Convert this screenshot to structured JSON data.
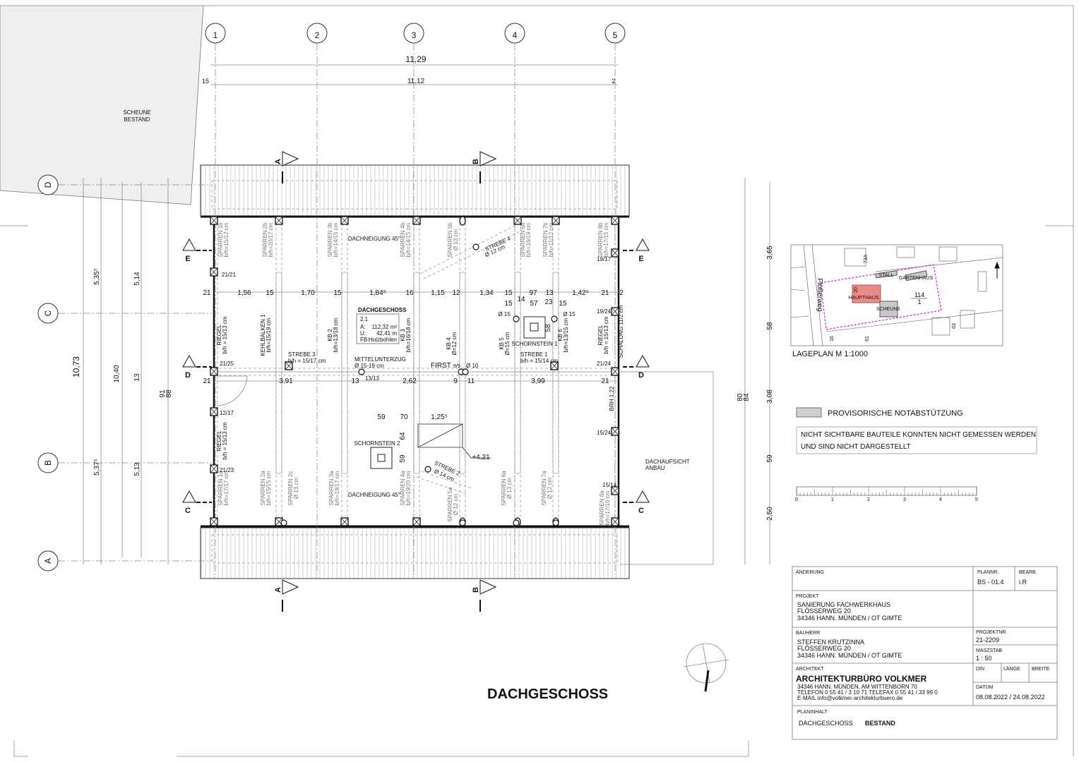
{
  "drawing": {
    "title": "DACHGESCHOSS",
    "existing_building_label": [
      "SCHEUNE",
      "BESTAND"
    ],
    "annex_label": [
      "DACHAUFSICHT",
      "ANBAU"
    ],
    "grid_columns": [
      "1",
      "2",
      "3",
      "4",
      "5"
    ],
    "grid_rows": [
      "D",
      "C",
      "B",
      "A"
    ],
    "section_marks": {
      "vertical": [
        "A",
        "B"
      ],
      "horizontal": [
        "E",
        "D",
        "C"
      ]
    },
    "dims_top": {
      "overall": "11,29",
      "left": "15",
      "inner": "11,12",
      "right": "2"
    },
    "dims_left": [
      "10,73",
      "5,35⁵",
      "5,37⁵",
      "10,40",
      "5,14",
      "13",
      "5,13",
      "91",
      "88"
    ],
    "dims_right": [
      "80",
      "84",
      "3,65",
      "58",
      "3,08",
      "59",
      "2,50"
    ],
    "dims_row_upper": [
      "21",
      "1,56",
      "15",
      "1,70",
      "15",
      "1,84⁵",
      "16",
      "1,15",
      "12",
      "1,34",
      "15",
      "97",
      "13",
      "1,42⁵",
      "21",
      "2"
    ],
    "dims_row_lower": [
      "21",
      "3,91",
      "13",
      "13/13",
      "2,62",
      "9",
      "11",
      "3,99",
      "21"
    ],
    "rafters_top": [
      [
        "SPARREN 1b",
        "b/h=15/12 cm"
      ],
      [
        "SPARREN 2b",
        "b/h=20/17 cm"
      ],
      [
        "SPARREN 3b",
        "b/h=14/15 cm"
      ],
      [
        "SPARREN 4b",
        "b/h=14/15 cm"
      ],
      [
        "SPARREN 5b",
        "Ø 13 cm"
      ],
      [
        "SPARREN 6b",
        "b/h=16/19 cm"
      ],
      [
        "SPARREN 7b",
        "b/h=11/12 cm"
      ],
      [
        "SPARREN 8b",
        "b/h=17/15 cm"
      ]
    ],
    "rafters_bottom": [
      [
        "SPARREN 1a",
        "b/h=17/17 cm"
      ],
      [
        "SPARREN 2a",
        "b/h=15/15 cm"
      ],
      [
        "SPARREN 2c",
        "Ø 13 cm"
      ],
      [
        "SPARREN 3a",
        "b/h=19/17 cm"
      ],
      [
        "SPARREN 4a",
        "b/h=19/20 cm"
      ],
      [
        "SPARREN 5a",
        "Ø 12 cm"
      ],
      [
        "SPARREN 6a",
        "Ø 13 cm"
      ],
      [
        "SPARREN 7a",
        "Ø 12 cm"
      ],
      [
        "SPARREN 8a",
        "b/h=17/16 cm"
      ]
    ],
    "beams_mid": [
      [
        "RIEGEL",
        "b/h = 15/13 cm"
      ],
      [
        "KEHLBALKEN 1",
        "b/h=15/19 cm"
      ],
      [
        "KB 2",
        "b/h=13/18 cm"
      ],
      [
        "KB 3",
        "b/h=16/18 cm"
      ],
      [
        "KB 4",
        "Ø=12 cm"
      ],
      [
        "KB 5",
        "Ø=15 cm"
      ],
      [
        "KB 6",
        "b/h=13/15 cm"
      ],
      [
        "RIEGEL",
        "b/h = 15/13 cm"
      ],
      [
        "SCHALUNG 11/2 cm",
        ""
      ],
      [
        "RIEGEL",
        "b/h = 15/13 cm"
      ],
      [
        "BRH 1,22",
        ""
      ]
    ],
    "post_sizes": [
      "21/21",
      "19/17",
      "19/24",
      "21/25",
      "21/24",
      "12/17",
      "21/23",
      "15/24",
      "15/14"
    ],
    "labels": {
      "roof_pitch_top": "DACHNEIGUNG 45°",
      "roof_pitch_bottom": "DACHNEIGUNG 45°",
      "strut3": [
        "STREBE 3",
        "b/h = 15/17 cm"
      ],
      "strut1": [
        "STREBE 1",
        "b/h = 15/14 cm"
      ],
      "strut4": [
        "STREBE 4",
        "Ø 12 cm"
      ],
      "strut2": [
        "STREBE 2",
        "Ø 14 cm"
      ],
      "purlin": [
        "MITTELUNTERZUG",
        "Ø 15-19 cm"
      ],
      "ridge": [
        "FIRST",
        "9/9",
        "Ø 10"
      ],
      "chimney1": "SCHORNSTEIN 1",
      "chimney1_dims": [
        "15",
        "14",
        "57",
        "23",
        "15",
        "Ø 15",
        "Ø 15",
        "58"
      ],
      "chimney2": "SCHORNSTEIN 2",
      "chimney2_dims": [
        "59",
        "70",
        "64",
        "59"
      ],
      "opening_dims": [
        "1,25⁵",
        "+4,21"
      ]
    },
    "room_stamp": {
      "name": "DACHGESCHOSS",
      "number": "2.1",
      "area_label": "A:",
      "area": "112,32 m²",
      "perimeter_label": "U:",
      "perimeter": "42,41 m",
      "floor_label": "FB:",
      "floor": "Holzbohlen"
    }
  },
  "site_plan": {
    "caption": "LAGEPLAN M 1:1000",
    "street": "Flößerweg",
    "parcel": [
      "114",
      "1"
    ],
    "buildings": [
      "HAUPTHAUS",
      "SCHEUNE",
      "GARTENHAUS",
      "STALL"
    ],
    "house_numbers": [
      "20",
      "73A",
      "63",
      "61",
      "16"
    ],
    "colors": {
      "boundary": "#cc33cc",
      "main_house": "#e98b87",
      "outbuilding": "#c8c8c8"
    }
  },
  "legend": {
    "hatch_label": "PROVISORISCHE NOTABSTÜTZUNG",
    "note": [
      "NICHT SICHTBARE BAUTEILE KONNTEN NICHT GEMESSEN WERDEN",
      "UND SIND NICHT DARGESTELLT"
    ],
    "scale_ticks": [
      "0",
      "1",
      "2",
      "3",
      "4",
      "5"
    ]
  },
  "title_block": {
    "change_label": "ÄNDERUNG",
    "plan_no_label": "PLANNR.",
    "plan_no": "BS - 01.4",
    "editor_label": "BEARB.",
    "editor": "i.R",
    "project_label": "PROJEKT",
    "project": [
      "SANIERUNG FACHWERKHAUS",
      "FLÖSSERWEG 20",
      "34346 HANN. MÜNDEN / OT GIMTE"
    ],
    "client_label": "BAUHERR",
    "client": [
      "STEFFEN KRUTZINNA",
      "FLÖSSERWEG 20",
      "34346 HANN. MÜNDEN / OT GIMTE"
    ],
    "project_no_label": "PROJEKTNR.",
    "project_no": "21-2209",
    "scale_label": "MASZSTAB",
    "scale": "1 : 50",
    "architect_label": "ARCHITEKT",
    "architect": "ARCHITEKTURBÜRO VOLKMER",
    "architect_info": [
      "34346 HANN. MÜNDEN, AM WITTENBORN 70",
      "TELEFON  0 55 41 / 3 10 71   TELEFAX  0 55 41 / 33 99 0",
      "E-MAIL  info@volkmer-architekturbuero.de"
    ],
    "din_label": "DIN",
    "length_label": "LÄNGE",
    "width_label": "BREITE",
    "date_label": "DATUM",
    "date": "08.08.2022 / 24.08.2022",
    "content_label": "PLANINHALT",
    "content": "DACHGESCHOSS",
    "content_status": "BESTAND"
  }
}
